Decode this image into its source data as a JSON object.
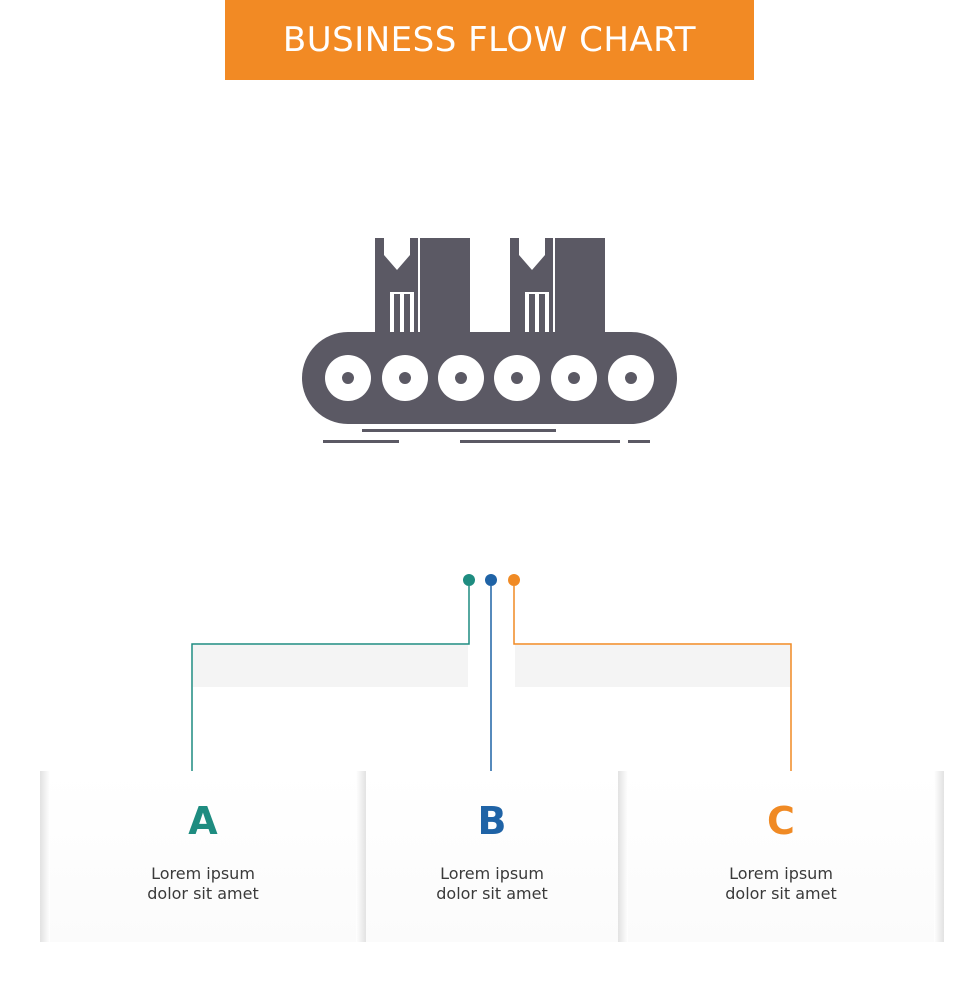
{
  "title": "BUSINESS FLOW CHART",
  "colors": {
    "banner": "#f28a24",
    "icon": "#5b5964",
    "a": "#1e8c80",
    "b": "#1f63a6",
    "c": "#f08a24"
  },
  "icon": "conveyor-belt-icon",
  "steps": [
    {
      "letter": "A",
      "line1": "Lorem ipsum",
      "line2": "dolor sit amet"
    },
    {
      "letter": "B",
      "line1": "Lorem ipsum",
      "line2": "dolor sit amet"
    },
    {
      "letter": "C",
      "line1": "Lorem ipsum",
      "line2": "dolor sit amet"
    }
  ]
}
